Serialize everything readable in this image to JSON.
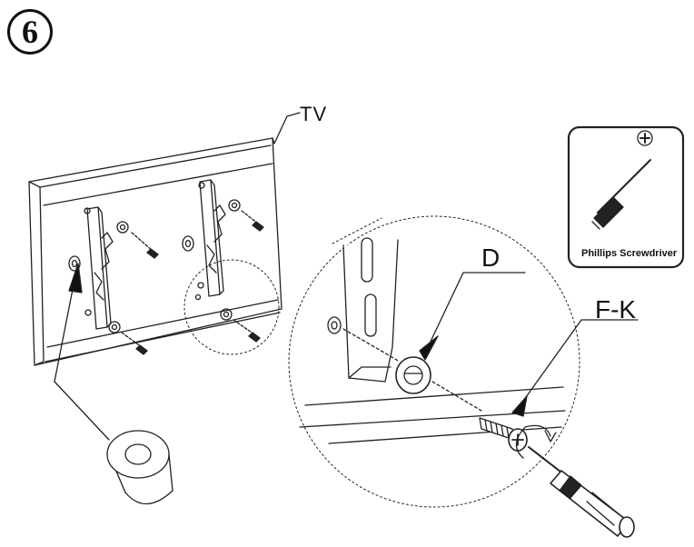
{
  "step": {
    "number": "6"
  },
  "labels": {
    "tv": "TV",
    "washer": "D",
    "screw": "F-K",
    "tool": "Phillips Screwdriver"
  }
}
